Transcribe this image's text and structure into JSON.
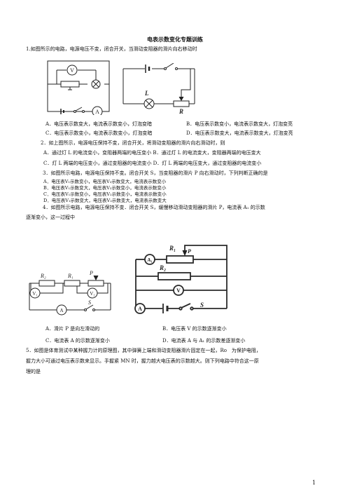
{
  "title": "电表示数变化专题训练",
  "q1": {
    "stem": "1.如图所示的电路，电源电压不变，闭合开关，当滑动变阻器的滑片向右移动时",
    "opt_a": "A．电压表示数变大，电流表示数变小，灯泡变暗",
    "opt_b": "B．电压表示数变小，电流表示数变大，灯泡变亮",
    "opt_c": "C．电压表示数变小，电流表示数变小，灯泡变暗",
    "opt_d": "D．电压表示数变大，电流表示数变大，灯泡变亮"
  },
  "q2": {
    "stem": "2．如上图所示，电源电压保持不变，闭合开关，将滑动变阻器的滑片向右滑动时，则",
    "opt_ab": "A．通过灯 L 的电流变小，变阻器两端的电压变小 B．通过灯 L 的电流变大，变阻器两端的电压变大",
    "opt_cd": "C．灯 L 两端的电压变小，通过变阻器的电流变小 D．灯 L 两端的电压变大，通过变阻器的电流变小"
  },
  "q3": {
    "stem": "3．如图所示电路，电源电压保持不变。闭合开关 S，当变阻器的滑片 P 向右滑动时，下列判断正确的是",
    "opt_a": "A．电压表V₁示数变小，电压表V₂示数变大，电流表示数变小",
    "opt_b": "B．电压表V₁示数变大，电压表V₂示数变小，电流表示数变小",
    "opt_c": "C．电压表V₁示数变小，电压表V₂示数变小，电流表示数变小",
    "opt_d": "D．电压表V₁示数变大，电压表V₂示数变大，电流表示数变大"
  },
  "q4": {
    "stem_1": "4．如图所示电路，电源电压保持不变．闭合开关 S，缓慢移动滑动变阻器的滑片 P，电流表 A₁ 的示数",
    "stem_2": "逐渐变小，这一过程中",
    "opt_a": "A．滑片 P 是向左滑动的",
    "opt_b": "B．电压表 V 的示数逐渐变小",
    "opt_c": "C．电流表 A 的示数逐渐变小",
    "opt_d": "D．电流表 A 与 A₁ 的示数差逐渐变小"
  },
  "q5": {
    "line_1": "5．如图是体育测试中某种握力计的原理图，其中弹簧上端和滑动变阻器滑片固定在一起，Ro　为保护电阻，",
    "line_2": "握力大小可通过电压表示数来显示。手握紧 MN 时，握力越大电压表的示数越大。则下列电路中符合这一原",
    "line_3": "理的是"
  },
  "labels": {
    "lamp": "L",
    "rheostat": "R",
    "voltmeter": "V",
    "ammeter": "A",
    "ammeter_1": "A₁",
    "voltmeter_1": "V₁",
    "voltmeter_2": "V₂",
    "r1": "R₁",
    "r2": "R₂",
    "slider_p": "P",
    "switch_s": "S"
  },
  "page_number": "1"
}
